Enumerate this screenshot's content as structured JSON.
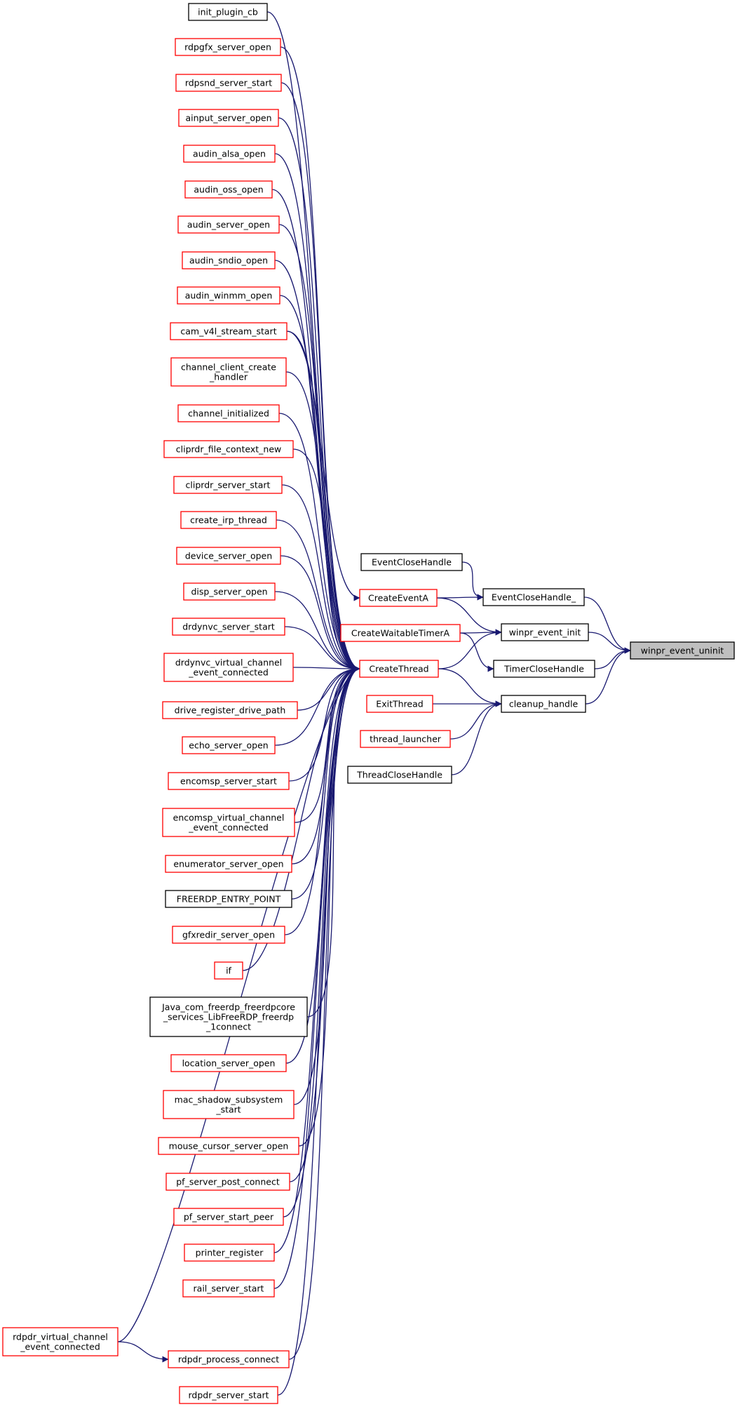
{
  "colors": {
    "edge": "#191970",
    "documented_border": "#000000",
    "undocumented_border": "#ff0000",
    "root_fill": "#bfbfbf"
  },
  "nodes": [
    {
      "id": "root",
      "lines": [
        "winpr_event_uninit"
      ],
      "style": "root"
    },
    {
      "id": "EventCloseHandle_",
      "lines": [
        "EventCloseHandle_"
      ],
      "style": "black"
    },
    {
      "id": "winpr_event_init",
      "lines": [
        "winpr_event_init"
      ],
      "style": "black"
    },
    {
      "id": "TimerCloseHandle",
      "lines": [
        "TimerCloseHandle"
      ],
      "style": "black"
    },
    {
      "id": "cleanup_handle",
      "lines": [
        "cleanup_handle"
      ],
      "style": "black"
    },
    {
      "id": "EventCloseHandle",
      "lines": [
        "EventCloseHandle"
      ],
      "style": "black"
    },
    {
      "id": "CreateEventA",
      "lines": [
        "CreateEventA"
      ],
      "style": "red"
    },
    {
      "id": "CreateWaitableTimerA",
      "lines": [
        "CreateWaitableTimerA"
      ],
      "style": "red"
    },
    {
      "id": "CreateThread",
      "lines": [
        "CreateThread"
      ],
      "style": "red"
    },
    {
      "id": "ExitThread",
      "lines": [
        "ExitThread"
      ],
      "style": "red"
    },
    {
      "id": "thread_launcher",
      "lines": [
        "thread_launcher"
      ],
      "style": "red"
    },
    {
      "id": "ThreadCloseHandle",
      "lines": [
        "ThreadCloseHandle"
      ],
      "style": "black"
    },
    {
      "id": "init_plugin_cb",
      "lines": [
        "init_plugin_cb"
      ],
      "style": "black"
    },
    {
      "id": "rdpgfx_server_open",
      "lines": [
        "rdpgfx_server_open"
      ],
      "style": "red"
    },
    {
      "id": "rdpsnd_server_start",
      "lines": [
        "rdpsnd_server_start"
      ],
      "style": "red"
    },
    {
      "id": "ainput_server_open",
      "lines": [
        "ainput_server_open"
      ],
      "style": "red"
    },
    {
      "id": "audin_alsa_open",
      "lines": [
        "audin_alsa_open"
      ],
      "style": "red"
    },
    {
      "id": "audin_oss_open",
      "lines": [
        "audin_oss_open"
      ],
      "style": "red"
    },
    {
      "id": "audin_server_open",
      "lines": [
        "audin_server_open"
      ],
      "style": "red"
    },
    {
      "id": "audin_sndio_open",
      "lines": [
        "audin_sndio_open"
      ],
      "style": "red"
    },
    {
      "id": "audin_winmm_open",
      "lines": [
        "audin_winmm_open"
      ],
      "style": "red"
    },
    {
      "id": "cam_v4l_stream_start",
      "lines": [
        "cam_v4l_stream_start"
      ],
      "style": "red"
    },
    {
      "id": "channel_client_create_handler",
      "lines": [
        "channel_client_create",
        "_handler"
      ],
      "style": "red"
    },
    {
      "id": "channel_initialized",
      "lines": [
        "channel_initialized"
      ],
      "style": "red"
    },
    {
      "id": "cliprdr_file_context_new",
      "lines": [
        "cliprdr_file_context_new"
      ],
      "style": "red"
    },
    {
      "id": "cliprdr_server_start",
      "lines": [
        "cliprdr_server_start"
      ],
      "style": "red"
    },
    {
      "id": "create_irp_thread",
      "lines": [
        "create_irp_thread"
      ],
      "style": "red"
    },
    {
      "id": "device_server_open",
      "lines": [
        "device_server_open"
      ],
      "style": "red"
    },
    {
      "id": "disp_server_open",
      "lines": [
        "disp_server_open"
      ],
      "style": "red"
    },
    {
      "id": "drdynvc_server_start",
      "lines": [
        "drdynvc_server_start"
      ],
      "style": "red"
    },
    {
      "id": "drdynvc_virtual_channel_event_connected",
      "lines": [
        "drdynvc_virtual_channel",
        "_event_connected"
      ],
      "style": "red"
    },
    {
      "id": "drive_register_drive_path",
      "lines": [
        "drive_register_drive_path"
      ],
      "style": "red"
    },
    {
      "id": "echo_server_open",
      "lines": [
        "echo_server_open"
      ],
      "style": "red"
    },
    {
      "id": "encomsp_server_start",
      "lines": [
        "encomsp_server_start"
      ],
      "style": "red"
    },
    {
      "id": "encomsp_virtual_channel_event_connected",
      "lines": [
        "encomsp_virtual_channel",
        "_event_connected"
      ],
      "style": "red"
    },
    {
      "id": "enumerator_server_open",
      "lines": [
        "enumerator_server_open"
      ],
      "style": "red"
    },
    {
      "id": "FREERDP_ENTRY_POINT",
      "lines": [
        "FREERDP_ENTRY_POINT"
      ],
      "style": "black"
    },
    {
      "id": "gfxredir_server_open",
      "lines": [
        "gfxredir_server_open"
      ],
      "style": "red"
    },
    {
      "id": "if",
      "lines": [
        "if"
      ],
      "style": "red"
    },
    {
      "id": "Java_com_freerdp",
      "lines": [
        "Java_com_freerdp_freerdpcore",
        "_services_LibFreeRDP_freerdp",
        "_1connect"
      ],
      "style": "black"
    },
    {
      "id": "location_server_open",
      "lines": [
        "location_server_open"
      ],
      "style": "red"
    },
    {
      "id": "mac_shadow_subsystem_start",
      "lines": [
        "mac_shadow_subsystem",
        "_start"
      ],
      "style": "red"
    },
    {
      "id": "mouse_cursor_server_open",
      "lines": [
        "mouse_cursor_server_open"
      ],
      "style": "red"
    },
    {
      "id": "pf_server_post_connect",
      "lines": [
        "pf_server_post_connect"
      ],
      "style": "red"
    },
    {
      "id": "pf_server_start_peer",
      "lines": [
        "pf_server_start_peer"
      ],
      "style": "red"
    },
    {
      "id": "printer_register",
      "lines": [
        "printer_register"
      ],
      "style": "red"
    },
    {
      "id": "rail_server_start",
      "lines": [
        "rail_server_start"
      ],
      "style": "red"
    },
    {
      "id": "rdpdr_virtual_channel_event_connected",
      "lines": [
        "rdpdr_virtual_channel",
        "_event_connected"
      ],
      "style": "red"
    },
    {
      "id": "rdpdr_process_connect",
      "lines": [
        "rdpdr_process_connect"
      ],
      "style": "red"
    },
    {
      "id": "rdpdr_server_start",
      "lines": [
        "rdpdr_server_start"
      ],
      "style": "red"
    }
  ],
  "edges": [
    [
      "EventCloseHandle_",
      "root"
    ],
    [
      "winpr_event_init",
      "root"
    ],
    [
      "TimerCloseHandle",
      "root"
    ],
    [
      "cleanup_handle",
      "root"
    ],
    [
      "EventCloseHandle",
      "EventCloseHandle_"
    ],
    [
      "CreateEventA",
      "EventCloseHandle_"
    ],
    [
      "CreateEventA",
      "winpr_event_init"
    ],
    [
      "CreateWaitableTimerA",
      "winpr_event_init"
    ],
    [
      "CreateThread",
      "winpr_event_init"
    ],
    [
      "CreateWaitableTimerA",
      "TimerCloseHandle"
    ],
    [
      "CreateThread",
      "cleanup_handle"
    ],
    [
      "ExitThread",
      "cleanup_handle"
    ],
    [
      "thread_launcher",
      "cleanup_handle"
    ],
    [
      "ThreadCloseHandle",
      "cleanup_handle"
    ],
    [
      "cam_v4l_stream_start",
      "CreateEventA"
    ],
    [
      "rdpdr_virtual_channel_event_connected",
      "rdpdr_process_connect"
    ],
    [
      "init_plugin_cb",
      "CreateThread"
    ],
    [
      "rdpgfx_server_open",
      "CreateThread"
    ],
    [
      "rdpsnd_server_start",
      "CreateThread"
    ],
    [
      "ainput_server_open",
      "CreateThread"
    ],
    [
      "audin_alsa_open",
      "CreateThread"
    ],
    [
      "audin_oss_open",
      "CreateThread"
    ],
    [
      "audin_server_open",
      "CreateThread"
    ],
    [
      "audin_sndio_open",
      "CreateThread"
    ],
    [
      "audin_winmm_open",
      "CreateThread"
    ],
    [
      "cam_v4l_stream_start",
      "CreateThread"
    ],
    [
      "channel_client_create_handler",
      "CreateThread"
    ],
    [
      "channel_initialized",
      "CreateThread"
    ],
    [
      "cliprdr_file_context_new",
      "CreateThread"
    ],
    [
      "cliprdr_server_start",
      "CreateThread"
    ],
    [
      "create_irp_thread",
      "CreateThread"
    ],
    [
      "device_server_open",
      "CreateThread"
    ],
    [
      "disp_server_open",
      "CreateThread"
    ],
    [
      "drdynvc_server_start",
      "CreateThread"
    ],
    [
      "drdynvc_virtual_channel_event_connected",
      "CreateThread"
    ],
    [
      "drive_register_drive_path",
      "CreateThread"
    ],
    [
      "echo_server_open",
      "CreateThread"
    ],
    [
      "encomsp_server_start",
      "CreateThread"
    ],
    [
      "encomsp_virtual_channel_event_connected",
      "CreateThread"
    ],
    [
      "enumerator_server_open",
      "CreateThread"
    ],
    [
      "FREERDP_ENTRY_POINT",
      "CreateThread"
    ],
    [
      "gfxredir_server_open",
      "CreateThread"
    ],
    [
      "if",
      "CreateThread"
    ],
    [
      "Java_com_freerdp",
      "CreateThread"
    ],
    [
      "location_server_open",
      "CreateThread"
    ],
    [
      "mac_shadow_subsystem_start",
      "CreateThread"
    ],
    [
      "mouse_cursor_server_open",
      "CreateThread"
    ],
    [
      "pf_server_post_connect",
      "CreateThread"
    ],
    [
      "pf_server_start_peer",
      "CreateThread"
    ],
    [
      "printer_register",
      "CreateThread"
    ],
    [
      "rail_server_start",
      "CreateThread"
    ],
    [
      "rdpdr_virtual_channel_event_connected",
      "CreateThread"
    ],
    [
      "rdpdr_process_connect",
      "CreateThread"
    ],
    [
      "rdpdr_server_start",
      "CreateThread"
    ]
  ]
}
